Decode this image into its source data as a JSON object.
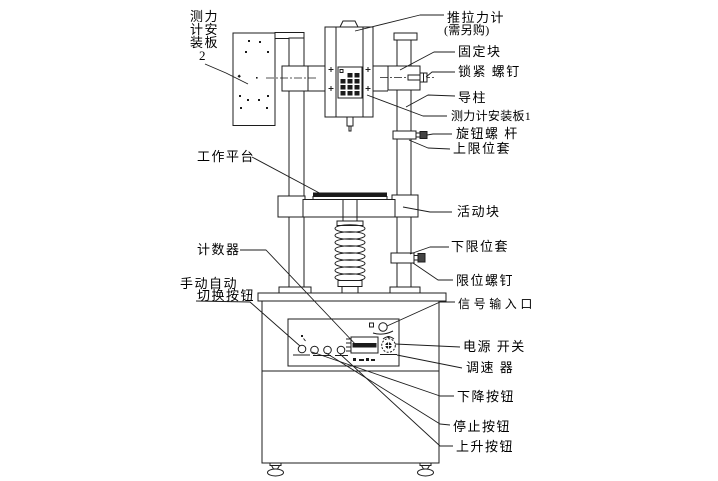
{
  "figure": {
    "type": "technical-line-diagram",
    "subject": "push-pull force gauge test stand",
    "background_color": "#ffffff",
    "line_color": "#1c1c1c",
    "text_color": "#000000"
  },
  "labels": {
    "plate2_l1": "测力",
    "plate2_l2": "计安",
    "plate2_l3": "装板",
    "plate2_l4": "2",
    "gauge_l1": "推拉力计",
    "gauge_l2": "(需另购)",
    "fixed_block": "固定块",
    "lock_screw": "锁紧 螺钉",
    "guide_column": "导柱",
    "plate1": "测力计安装板1",
    "knob_screw": "旋钮螺 杆",
    "upper_limit_sleeve": "上限位套",
    "work_platform": "工作平台",
    "movable_block": "活动块",
    "counter": "计数器",
    "lower_limit_sleeve": "下限位套",
    "limit_screw": "限位螺钉",
    "manual_auto_l1": "手动自动",
    "manual_auto_l2": "切换按钮",
    "signal_input": "信 号 输 入 口",
    "power_switch": "电源 开关",
    "speed_regulator": "调速 器",
    "down_button": "下降按钮",
    "stop_button": "停止按钮",
    "up_button": "上升按钮"
  }
}
